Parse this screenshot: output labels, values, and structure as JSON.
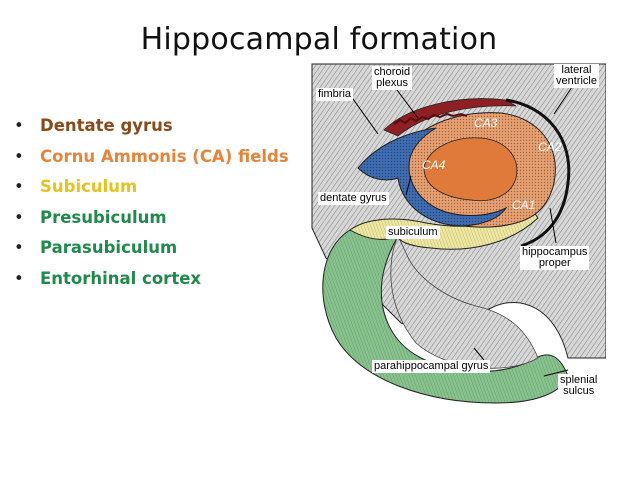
{
  "title": "Hippocampal formation",
  "bullets": [
    {
      "text": "Dentate gyrus",
      "color": "#8B4A1A"
    },
    {
      "text": "Cornu Ammonis (CA) fields",
      "color": "#E8843A"
    },
    {
      "text": "Subiculum",
      "color": "#E6C21E"
    },
    {
      "text": "Presubiculum",
      "color": "#1F8A4C"
    },
    {
      "text": "Parasubiculum",
      "color": "#1F8A4C"
    },
    {
      "text": "Entorhinal cortex",
      "color": "#1F8A4C"
    }
  ],
  "bullet_marker": "•",
  "figure": {
    "labels": {
      "choroid_plexus": "choroid\nplexus",
      "lateral_ventricle": "lateral\nventricle",
      "fimbria": "fimbria",
      "dentate_gyrus": "dentate gyrus",
      "subiculum": "subiculum",
      "hippocampus_proper": "hippocampus\nproper",
      "parahippocampal_gyrus": "parahippocampal gyrus",
      "splenial_sulcus": "splenial\nsulcus",
      "ca3": "CA3",
      "ca2": "CA2",
      "ca1": "CA1",
      "ca4": "CA4"
    },
    "colors": {
      "dentate": "#3E6DB3",
      "ca_fields": "#E8A070",
      "ca_core": "#E07A3A",
      "subiculum": "#EEE7A0",
      "parahippocampal": "#86C38D",
      "choroid": "#8E1F22",
      "tissue": "#BFBFBF"
    }
  }
}
